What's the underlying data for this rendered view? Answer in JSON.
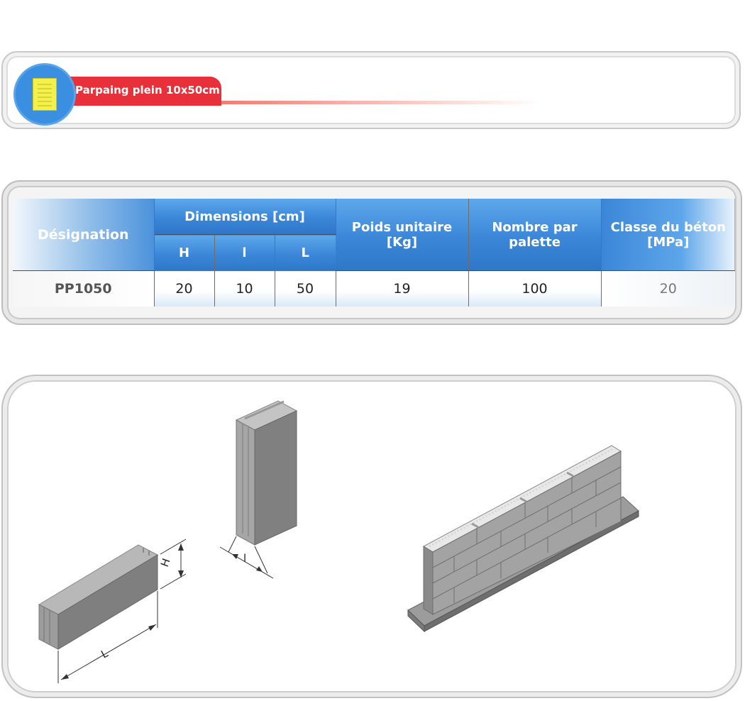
{
  "header": {
    "title": "Parpaing plein 10x50cm"
  },
  "table": {
    "headers": {
      "designation": "Désignation",
      "dimensions": "Dimensions [cm]",
      "dim_h": "H",
      "dim_l_small": "l",
      "dim_l_big": "L",
      "poids_1": "Poids unitaire",
      "poids_2": "[Kg]",
      "nombre_1": "Nombre par",
      "nombre_2": "palette",
      "classe_1": "Classe du béton",
      "classe_2": "[MPa]"
    },
    "row": {
      "designation": "PP1050",
      "h": "20",
      "l": "10",
      "L": "50",
      "poids": "19",
      "nombre": "100",
      "classe": "20"
    }
  },
  "drawing": {
    "label_h": "H",
    "label_l_small": "l",
    "label_l_big": "L"
  },
  "icons": [
    "document-icon"
  ],
  "colors": {
    "accent_red": "#e8303a",
    "header_blue": "#3b86d8",
    "circle_blue": "#3a8fe0",
    "icon_yellow": "#f4f14a"
  }
}
